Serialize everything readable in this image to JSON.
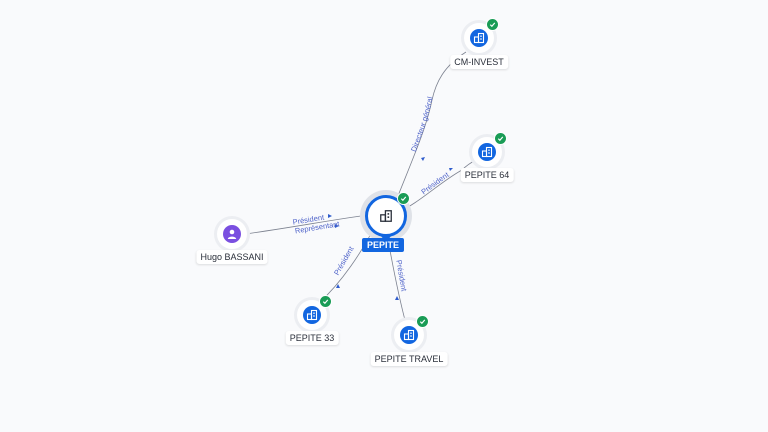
{
  "center": {
    "name": "PEPITE",
    "type": "company",
    "verified": true
  },
  "nodes": [
    {
      "id": "cm-invest",
      "name": "CM-INVEST",
      "type": "company",
      "verified": true
    },
    {
      "id": "pepite-64",
      "name": "PEPITE 64",
      "type": "company",
      "verified": true
    },
    {
      "id": "hugo-bassani",
      "name": "Hugo BASSANI",
      "type": "person",
      "verified": false
    },
    {
      "id": "pepite-33",
      "name": "PEPITE 33",
      "type": "company",
      "verified": true
    },
    {
      "id": "pepite-travel",
      "name": "PEPITE TRAVEL",
      "type": "company",
      "verified": true
    }
  ],
  "edges": [
    {
      "from": "PEPITE",
      "to": "CM-INVEST",
      "labels": [
        "Directeur général"
      ]
    },
    {
      "from": "PEPITE",
      "to": "PEPITE 64",
      "labels": [
        "Président"
      ]
    },
    {
      "from": "Hugo BASSANI",
      "to": "PEPITE",
      "labels": [
        "Président",
        "Représentant"
      ]
    },
    {
      "from": "PEPITE",
      "to": "PEPITE 33",
      "labels": [
        "Président"
      ]
    },
    {
      "from": "PEPITE",
      "to": "PEPITE TRAVEL",
      "labels": [
        "Président"
      ]
    }
  ],
  "colors": {
    "company": "#1266e0",
    "person": "#7a4fe0",
    "verified": "#1a9c56",
    "edge": "#7d8290",
    "edge_label": "#4f63c9"
  },
  "icons": {
    "company": "building-icon",
    "person": "person-icon",
    "verified": "check-icon"
  }
}
